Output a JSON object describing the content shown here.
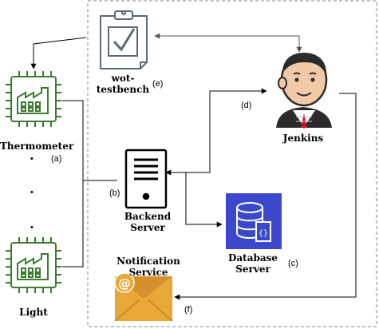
{
  "nodes": {
    "thermometer": {
      "label": "Thermometer",
      "icon": "iot-factory-chip-icon",
      "color": "#3a7d2c"
    },
    "light": {
      "label": "Light",
      "icon": "iot-factory-chip-icon",
      "color": "#3a7d2c"
    },
    "testbench": {
      "label_line1": "wot-",
      "label_line2": "testbench",
      "icon": "checklist-clipboard-icon"
    },
    "jenkins": {
      "label": "Jenkins",
      "icon": "jenkins-butler-icon"
    },
    "backend": {
      "label_line1": "Backend",
      "label_line2": "Server",
      "icon": "server-tower-icon"
    },
    "database": {
      "label_line1": "Database",
      "label_line2": "Server",
      "icon": "database-icon",
      "color": "#3b48cc"
    },
    "notification": {
      "label_line1": "Notification",
      "label_line2": "Service",
      "icon": "email-envelope-icon",
      "color": "#e8a838"
    }
  },
  "tags": {
    "a": "(a)",
    "b": "(b)",
    "c": "(c)",
    "d": "(d)",
    "e": "(e)",
    "f": "(f)"
  },
  "ellipsis": "•",
  "colors": {
    "boundary": "#7a8a9a",
    "edge": "#000000",
    "testbench_link": "#555555"
  }
}
